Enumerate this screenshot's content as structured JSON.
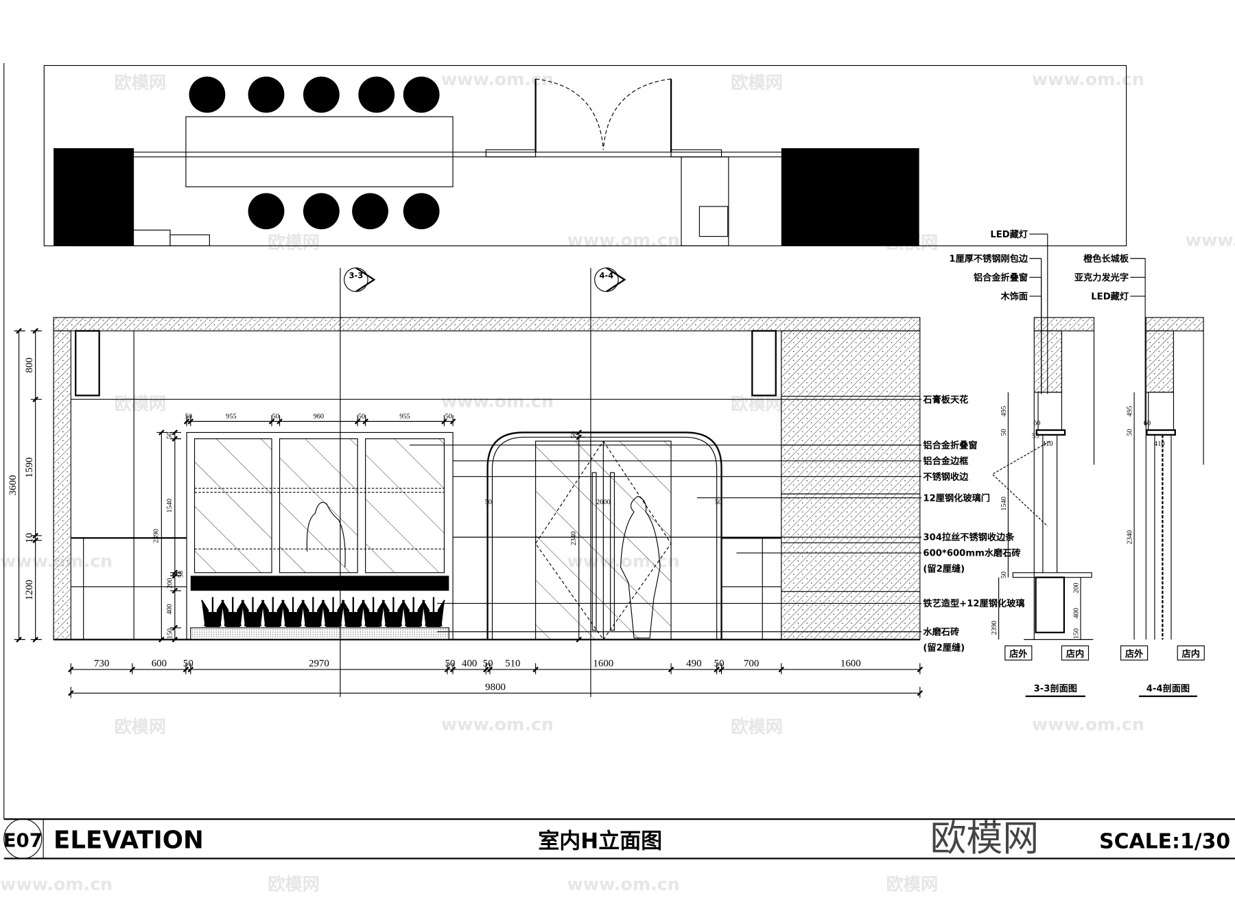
{
  "drawing": {
    "sheet_code": "E07",
    "sheet_type": "ELEVATION",
    "title": "室内H立面图",
    "scale": "SCALE:1/30",
    "logo": "欧模网",
    "watermarks": [
      "欧模网",
      "www.om.cn"
    ]
  },
  "section_markers": [
    "3-3",
    "4-4"
  ],
  "dimensions": {
    "bottom_chain": [
      "730",
      "600",
      "50",
      "2970",
      "50",
      "400",
      "50",
      "510",
      "1600",
      "490",
      "50",
      "700",
      "1600"
    ],
    "overall": "9800",
    "left_chain": [
      "800",
      "1590",
      "10",
      "1200"
    ],
    "left_total": "3600",
    "window_top": [
      "50",
      "955",
      "50",
      "960",
      "50",
      "955",
      "50"
    ],
    "window_side": [
      "50",
      "1540",
      "2390",
      "50",
      "200",
      "400",
      "150"
    ],
    "door": [
      "50",
      "2600",
      "2340",
      "50"
    ]
  },
  "elevation_labels": [
    "石膏板天花",
    "铝合金折叠窗",
    "铝合金边框",
    "不锈钢收边",
    "12厘钢化玻璃门",
    "304拉丝不锈钢收边条",
    "600*600mm水磨石砖",
    "(留2厘缝)",
    "铁艺造型+12厘钢化玻璃",
    "水磨石砖",
    "(留2厘缝)"
  ],
  "section_3_3": {
    "title": "3-3剖面图",
    "callouts": [
      "LED藏灯",
      "1厘厚不锈钢刚包边",
      "铝合金折叠窗",
      "木饰面"
    ],
    "dims": [
      "495",
      "50",
      "60",
      "55",
      "410",
      "1540",
      "50",
      "200",
      "400",
      "150",
      "2390"
    ],
    "outside": "店外",
    "inside": "店内"
  },
  "section_4_4": {
    "title": "4-4剖面图",
    "callouts": [
      "橙色长城板",
      "亚克力发光字",
      "LED藏灯"
    ],
    "dims": [
      "495",
      "50",
      "60",
      "410",
      "2340"
    ],
    "outside": "店外",
    "inside": "店内"
  }
}
